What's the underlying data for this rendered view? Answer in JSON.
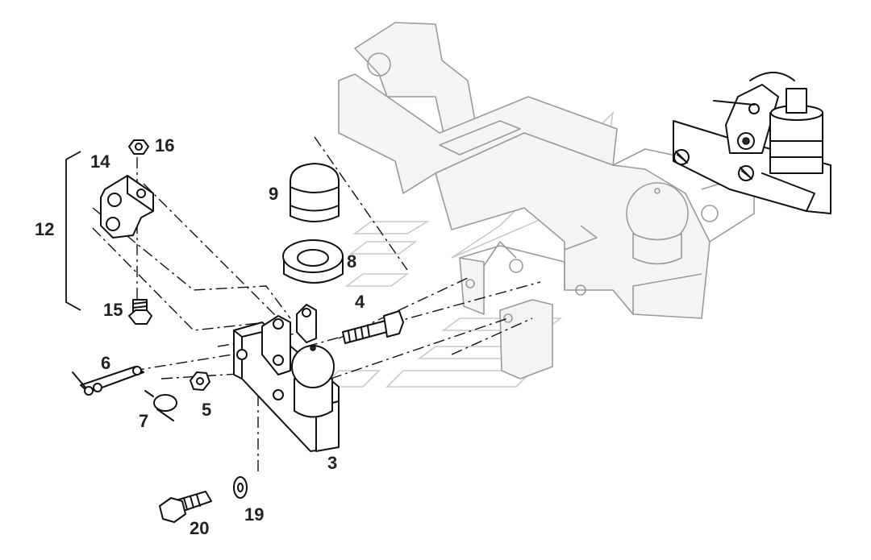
{
  "diagram": {
    "callouts": {
      "c3": "3",
      "c4": "4",
      "c5": "5",
      "c6": "6",
      "c7": "7",
      "c8": "8",
      "c9": "9",
      "c12": "12",
      "c14": "14",
      "c15": "15",
      "c16": "16",
      "c19": "19",
      "c20": "20"
    }
  }
}
